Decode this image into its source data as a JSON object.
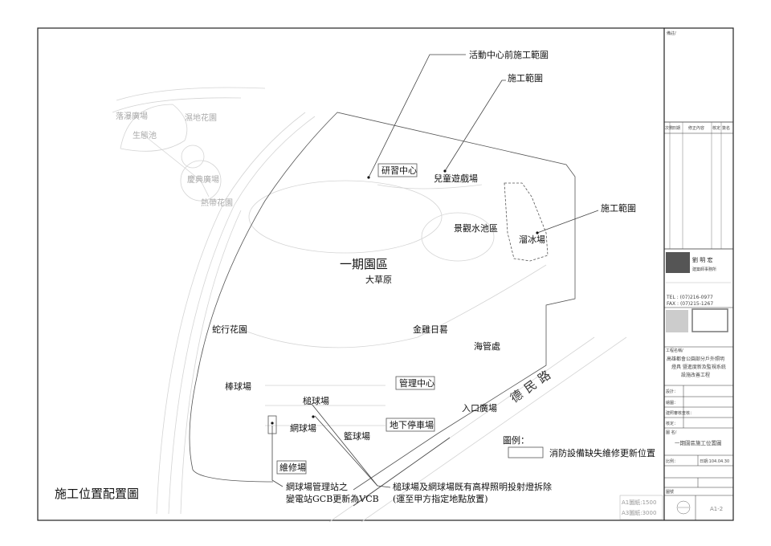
{
  "drawing": {
    "sheet_title": "施工位置配置圖",
    "zone_title": "一期園區",
    "road_name": "德民路",
    "area_labels": {
      "grassland": "大草原",
      "children_playground": "兒童遊戲場",
      "landscape_pool": "景觀水池區",
      "skating_rink": "溜冰場",
      "snake_garden": "蛇行花園",
      "sundial": "金雞日晷",
      "coast_office": "海管處",
      "baseball": "棒球場",
      "gateball": "槌球場",
      "tennis": "網球場",
      "basketball": "籃球場",
      "entrance_plaza": "入口廣場"
    },
    "boxed_labels": {
      "training_center": "研習中心",
      "management_center": "管理中心",
      "underground_parking": "地下停車場",
      "maintenance_yard": "維修場"
    },
    "faded_labels": {
      "waterfall_plaza": "落瀑廣場",
      "ecology_pond": "生態池",
      "wetland_garden": "濕地花園",
      "celebration_plaza": "慶典廣場",
      "tropical_garden": "熱帶花園"
    },
    "callouts": {
      "activity_center_scope": "活動中心前施工範圍",
      "construction_scope_top": "施工範圍",
      "construction_scope_right": "施工範圍",
      "tennis_station_line1": "網球場管理站之",
      "tennis_station_line2": "變電站GCB更新為VCB",
      "lighting_removal_line1": "槌球場及網球場既有高桿照明投射燈拆除",
      "lighting_removal_line2": "(運至甲方指定地點放置)"
    },
    "legend": {
      "title": "圖例：",
      "item": "消防設備缺失維修更新位置"
    },
    "scale": {
      "a1": "A1圖紙:1500",
      "a3": "A3圖紙:3000"
    }
  },
  "title_block": {
    "remarks_label": "備註/",
    "revision_headers": [
      "次數",
      "日期",
      "修正內容",
      "核定",
      "簽名"
    ],
    "architect_name": "劉 明 宏",
    "firm_name": "建築師事務所",
    "tel": "TEL : (07)216-0977",
    "fax": "FAX : (07)215-1267",
    "project_label": "工程名稱/",
    "project_name_lines": [
      "高雄都會公園部分戶外照明",
      "燈具 暨進度新及監視系統",
      "設施改善工程"
    ],
    "row_labels": [
      "設計：",
      "繪圖：",
      "建照審核查核：",
      "核定："
    ],
    "drawing_name_label": "圖 名/",
    "drawing_name": "一期園區施工位置圖",
    "scale_label": "比例：",
    "date_value": "日期:104.04.30",
    "drawing_no_label": "圖號",
    "sheet_no": "A1-2"
  }
}
